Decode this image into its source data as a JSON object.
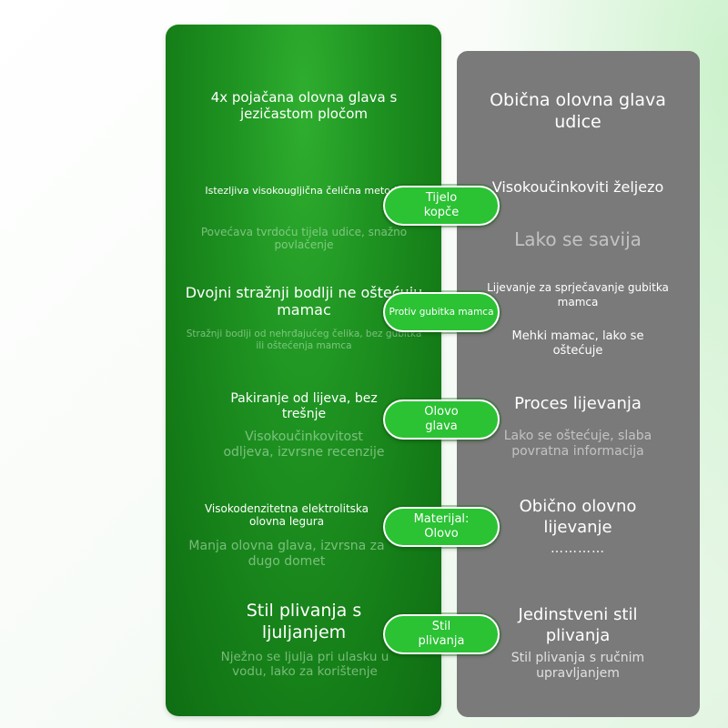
{
  "left_title": "4x pojačana olovna glava s jezičastom pločom",
  "right_title": "Obična olovna glava udice",
  "rows": [
    {
      "label": "Tijelo kopče",
      "left_heading": "Istezljiva visokougljična čelična metoda",
      "left_sub": "Povećava tvrdoću tijela udice, snažno povlačenje",
      "right_heading": "Visokoučinkoviti željezo",
      "right_sub": "Lako se savija"
    },
    {
      "label": "Protiv gubitka mamca",
      "left_heading": "Dvojni stražnji bodlji ne oštećuju mamac",
      "left_sub": "Stražnji bodlji od nehrđajućeg čelika, bez gubitka ili oštećenja mamca",
      "right_heading": "Lijevanje za sprječavanje gubitka mamca",
      "right_sub": "Mehki mamac, lako se oštećuje"
    },
    {
      "label": "Olovo glava",
      "left_heading": "Pakiranje od lijeva, bez trešnje",
      "left_sub": "Visokoučinkovitost odljeva, izvrsne recenzije",
      "right_heading": "Proces lijevanja",
      "right_sub": "Lako se oštećuje, slaba povratna informacija"
    },
    {
      "label": "Materijal: Olovo",
      "left_heading": "Visokodenzitetna elektrolitska olovna legura",
      "left_sub": "Manja olovna glava, izvrsna za dugo domet",
      "right_heading": "Obično olovno lijevanje",
      "right_sub": "…………"
    },
    {
      "label": "Stil plivanja",
      "left_heading": "Stil plivanja s ljuljanjem",
      "left_sub": "Nježno se ljulja pri ulasku u vodu, lako za korištenje",
      "right_heading": "Jedinstveni stil plivanja",
      "right_sub": "Stil plivanja s ručnim upravljanjem"
    }
  ],
  "colors": {
    "left_panel": "#1f9422",
    "right_panel": "#7a7a7a",
    "pill": "#2bc234"
  }
}
